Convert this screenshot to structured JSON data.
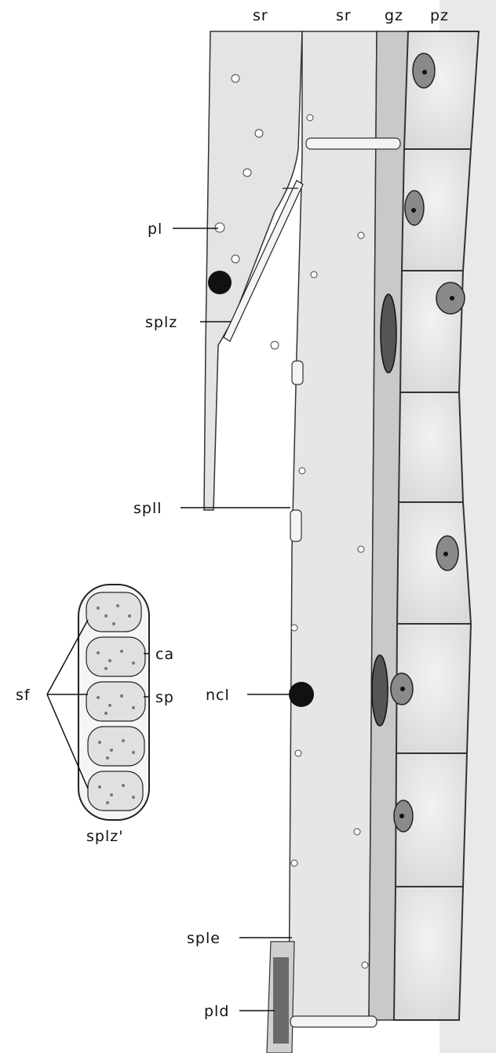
{
  "figure": {
    "labels": {
      "sr_left": "sr",
      "sr_right": "sr",
      "gz": "gz",
      "pz": "pz",
      "pl": "pl",
      "splz": "splz",
      "spll": "spll",
      "ncl": "ncl",
      "ca": "ca",
      "sp": "sp",
      "sf": "sf",
      "splz_prime": "splz'",
      "sple": "sple",
      "pld": "pld"
    }
  }
}
